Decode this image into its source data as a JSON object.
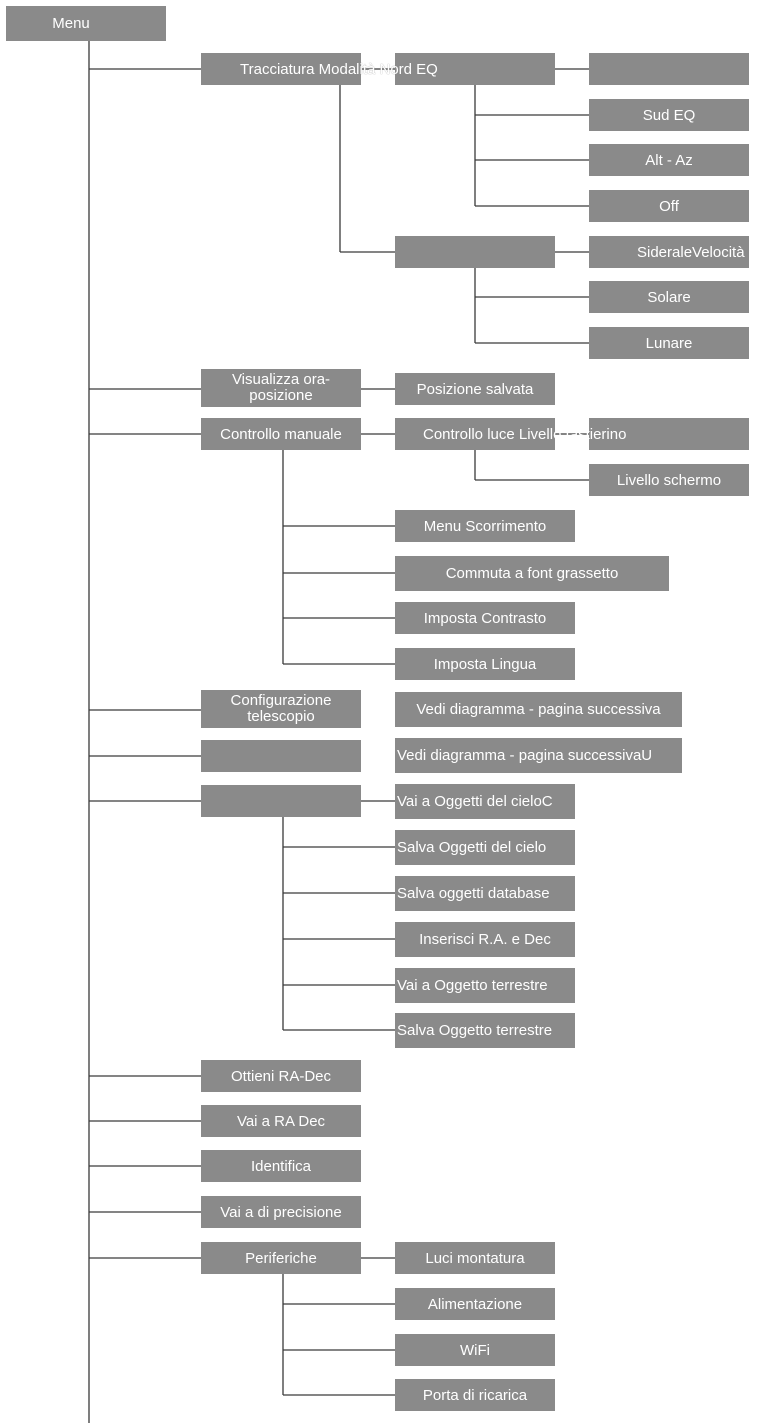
{
  "colors": {
    "box_fill": "#8a8a8a",
    "box_text": "#ffffff",
    "connector": "#3a3a3a"
  },
  "menu": {
    "root": "Menu",
    "tracking": {
      "label": "Tracciatura Modalità Nord EQ",
      "mode": {
        "options": [
          "",
          "Sud EQ",
          "Alt - Az",
          "Off"
        ]
      },
      "speed": {
        "options": [
          "SideraleVelocità",
          "Solare",
          "Lunare"
        ]
      }
    },
    "view_time_position": {
      "label": "Visualizza ora-posizione",
      "child": "Posizione salvata"
    },
    "manual_control": {
      "label": "Controllo manuale",
      "light_control": "Controllo luce Livello tastierino",
      "screen_level": "Livello schermo",
      "children": [
        "Menu Scorrimento",
        "Commuta a font grassetto",
        "Imposta Contrasto",
        "Imposta Lingua"
      ]
    },
    "telescope_config": {
      "label": "Configurazione telescopio",
      "child": "Vedi diagramma - pagina successiva"
    },
    "blank_item": {
      "label": "",
      "child": "Vedi diagramma - pagina successivaU"
    },
    "sky_objects": {
      "label": "",
      "children": [
        "Vai a Oggetti del cieloC",
        "Salva Oggetti del cielo",
        "Salva oggetti database",
        "Inserisci R.A. e Dec",
        "Vai a Oggetto terrestre",
        "Salva Oggetto terrestre"
      ]
    },
    "get_ra_dec": "Ottieni RA-Dec",
    "goto_ra_dec": "Vai a RA Dec",
    "identify": "Identifica",
    "precise_goto": "Vai a di precisione",
    "peripherals": {
      "label": "Periferiche",
      "children": [
        "Luci montatura",
        "Alimentazione",
        "WiFi",
        "Porta di ricarica"
      ]
    }
  }
}
